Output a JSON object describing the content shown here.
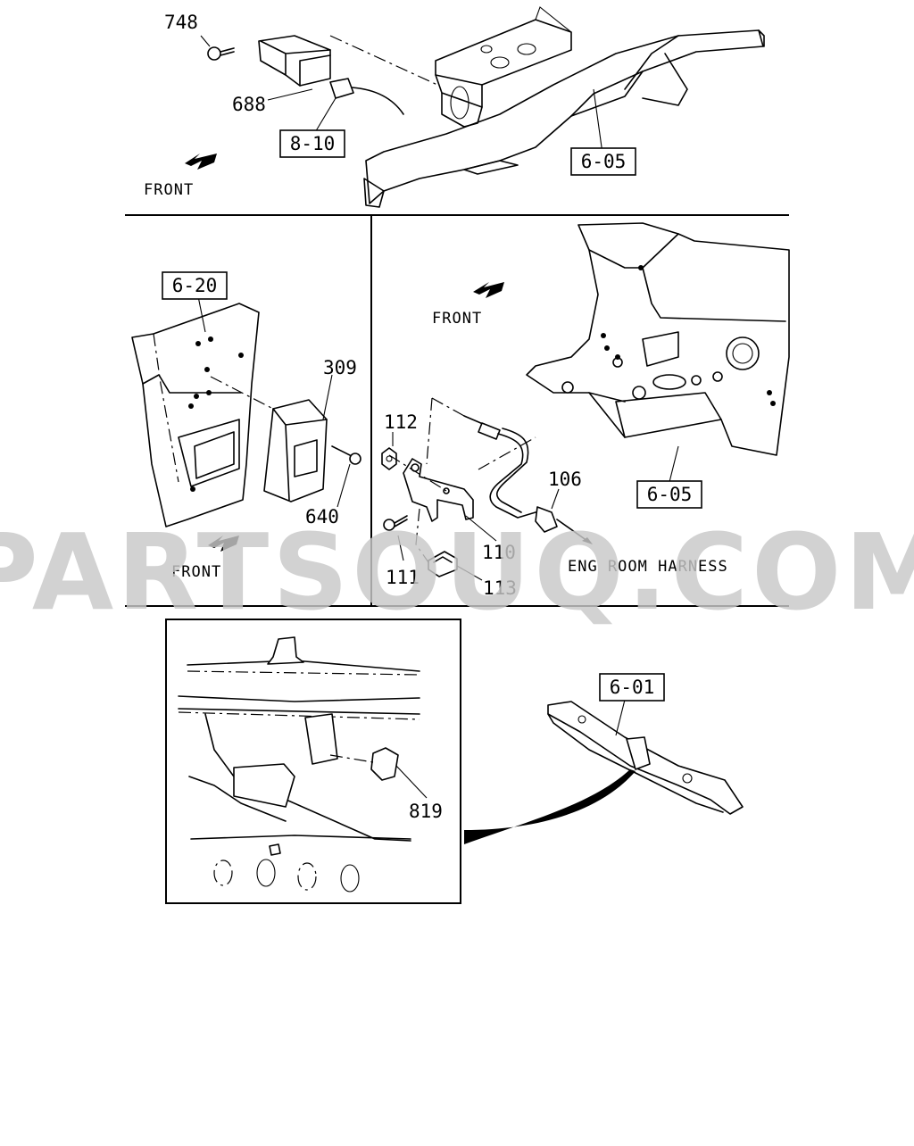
{
  "diagram": {
    "watermark": "PARTSOUQ.COM",
    "part_numbers": {
      "p748": "748",
      "p688": "688",
      "p309": "309",
      "p640": "640",
      "p112": "112",
      "p106": "106",
      "p110": "110",
      "p111": "111",
      "p113": "113",
      "p819": "819"
    },
    "reference_boxes": {
      "r810": "8-10",
      "r605_top": "6-05",
      "r620": "6-20",
      "r605_right": "6-05",
      "r601": "6-01"
    },
    "notes": {
      "front_top": "FRONT",
      "front_mid": "FRONT",
      "front_left": "FRONT",
      "eng_room_harness": "ENG ROOM HARNESS"
    }
  }
}
